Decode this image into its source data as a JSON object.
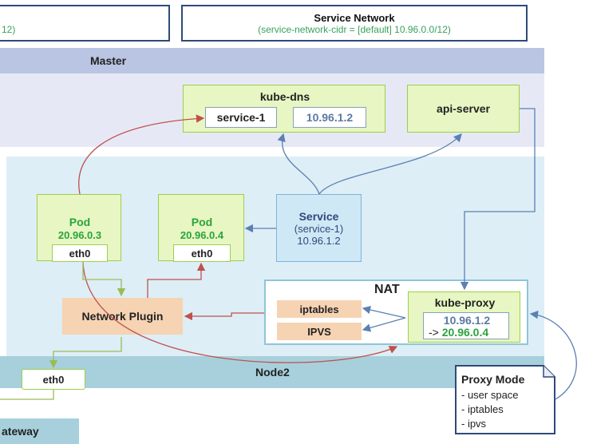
{
  "left_network": {
    "subtitle_fragment": "12)"
  },
  "service_network": {
    "title": "Service Network",
    "subtitle": "(service-network-cidr = [default] 10.96.0.0/12)"
  },
  "master": {
    "label": "Master",
    "kube_dns": {
      "title": "kube-dns",
      "service_name": "service-1",
      "service_ip": "10.96.1.2"
    },
    "api_server": {
      "title": "api-server"
    }
  },
  "pods": [
    {
      "title": "Pod",
      "ip": "20.96.0.3",
      "iface": "eth0"
    },
    {
      "title": "Pod",
      "ip": "20.96.0.4",
      "iface": "eth0"
    }
  ],
  "service": {
    "title": "Service",
    "name": "(service-1)",
    "ip": "10.96.1.2"
  },
  "nat": {
    "label": "NAT",
    "iptables": "iptables",
    "ipvs": "IPVS",
    "kube_proxy": {
      "title": "kube-proxy",
      "from_ip": "10.96.1.2",
      "arrow": "->",
      "to_ip": "20.96.0.4"
    }
  },
  "network_plugin": "Network Plugin",
  "node": {
    "label": "Node2",
    "iface": "eth0"
  },
  "gateway_fragment": "ateway",
  "proxy_mode": {
    "title": "Proxy Mode",
    "items": [
      "- user space",
      "- iptables",
      "- ipvs"
    ]
  },
  "colors": {
    "red_arrow": "#c0504d",
    "blue_arrow": "#5b80b2",
    "green_line": "#9bbb59"
  }
}
